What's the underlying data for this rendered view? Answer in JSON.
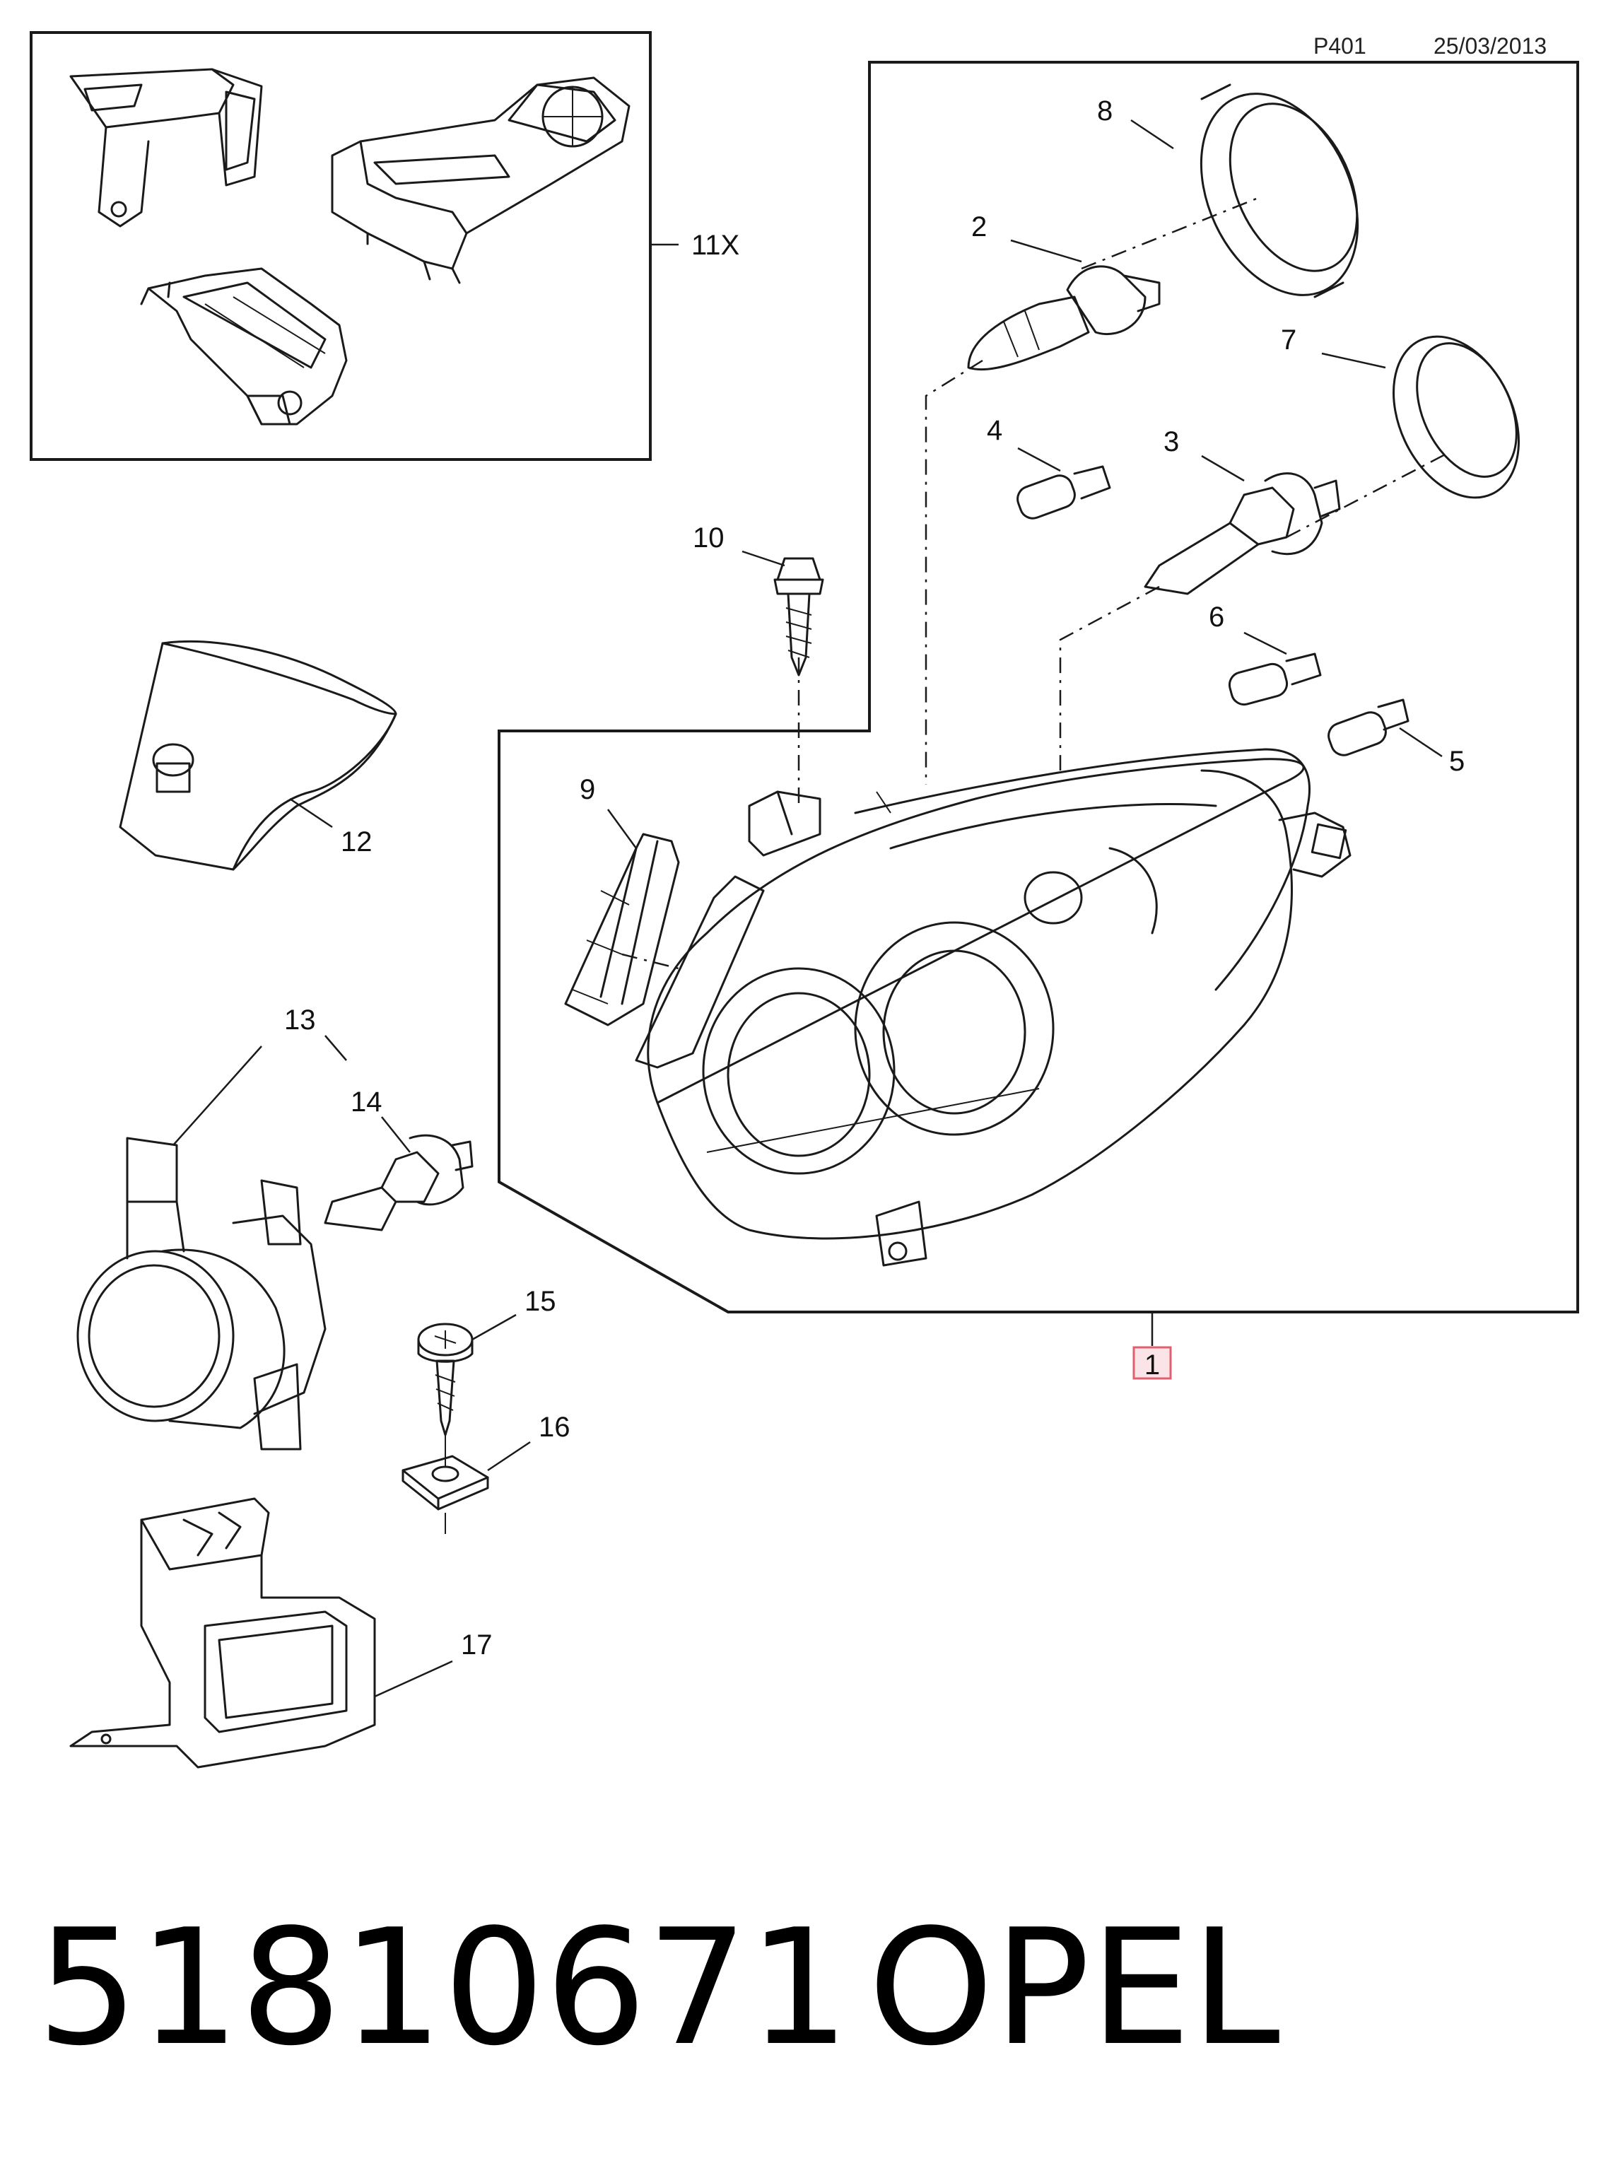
{
  "header": {
    "page_code": "P401",
    "date": "25/03/2013"
  },
  "callouts": {
    "c1": "1",
    "c2": "2",
    "c3": "3",
    "c4": "4",
    "c5": "5",
    "c6": "6",
    "c7": "7",
    "c8": "8",
    "c9": "9",
    "c10": "10",
    "c11x": "11X",
    "c12": "12",
    "c13": "13",
    "c14": "14",
    "c15": "15",
    "c16": "16",
    "c17": "17"
  },
  "footer": {
    "part_number": "51810671",
    "brand": "OPEL"
  },
  "colors": {
    "highlight_box": "#e06070",
    "highlight_fill": "#fbe4e8",
    "line": "#1a1a1a"
  }
}
